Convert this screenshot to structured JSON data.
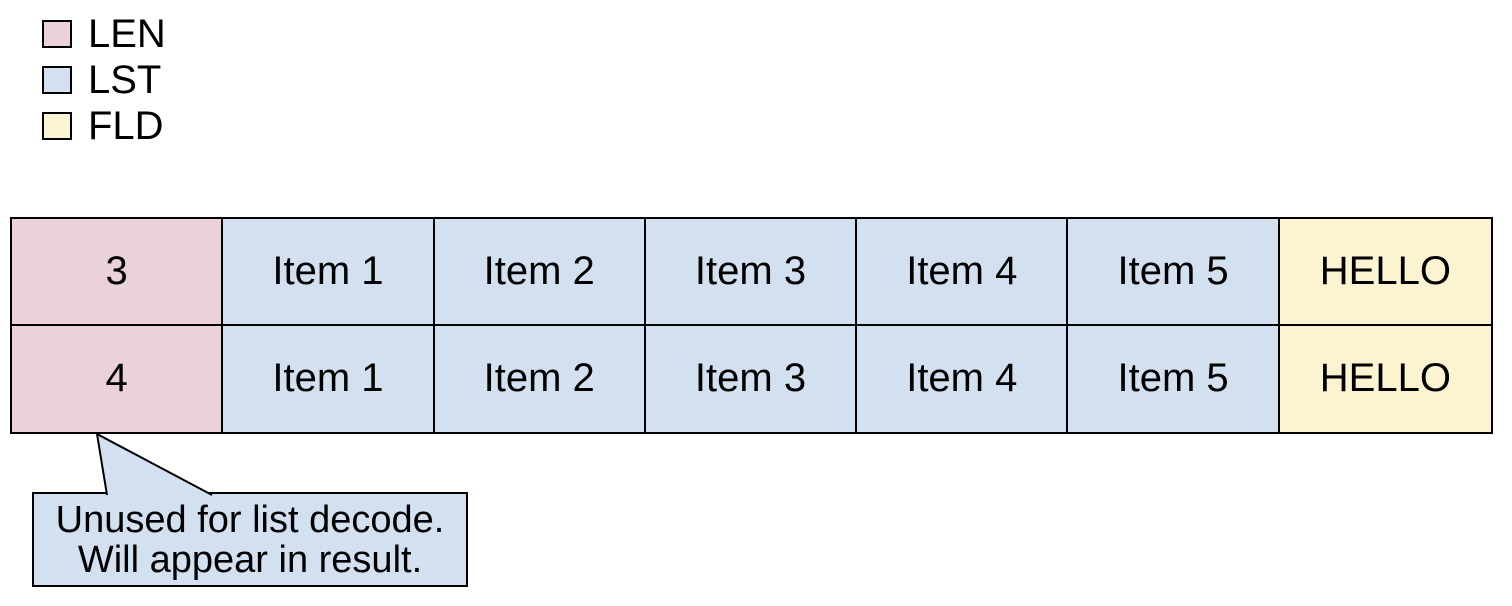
{
  "legend": {
    "items": [
      {
        "id": "LEN",
        "label": "LEN",
        "color": "#EAD1DC"
      },
      {
        "id": "LST",
        "label": "LST",
        "color": "#D3E0F0"
      },
      {
        "id": "FLD",
        "label": "FLD",
        "color": "#FCF3D0"
      }
    ]
  },
  "table": {
    "rows": [
      {
        "cells": [
          {
            "type": "LEN",
            "text": "3"
          },
          {
            "type": "LST",
            "text": "Item 1"
          },
          {
            "type": "LST",
            "text": "Item 2"
          },
          {
            "type": "LST",
            "text": "Item 3"
          },
          {
            "type": "LST",
            "text": "Item 4"
          },
          {
            "type": "LST",
            "text": "Item 5"
          },
          {
            "type": "FLD",
            "text": "HELLO"
          }
        ]
      },
      {
        "cells": [
          {
            "type": "LEN",
            "text": "4"
          },
          {
            "type": "LST",
            "text": "Item 1"
          },
          {
            "type": "LST",
            "text": "Item 2"
          },
          {
            "type": "LST",
            "text": "Item 3"
          },
          {
            "type": "LST",
            "text": "Item 4"
          },
          {
            "type": "LST",
            "text": "Item 5"
          },
          {
            "type": "FLD",
            "text": "HELLO"
          }
        ]
      }
    ]
  },
  "callout": {
    "lines": [
      "Unused for list decode.",
      "Will appear in result."
    ],
    "fill": "#D3E0F0",
    "border": "#000000"
  },
  "colors": {
    "len": "#EAD1DC",
    "lst": "#D3E0F0",
    "fld": "#FCF3D0",
    "stroke": "#000000",
    "background": "#ffffff"
  }
}
